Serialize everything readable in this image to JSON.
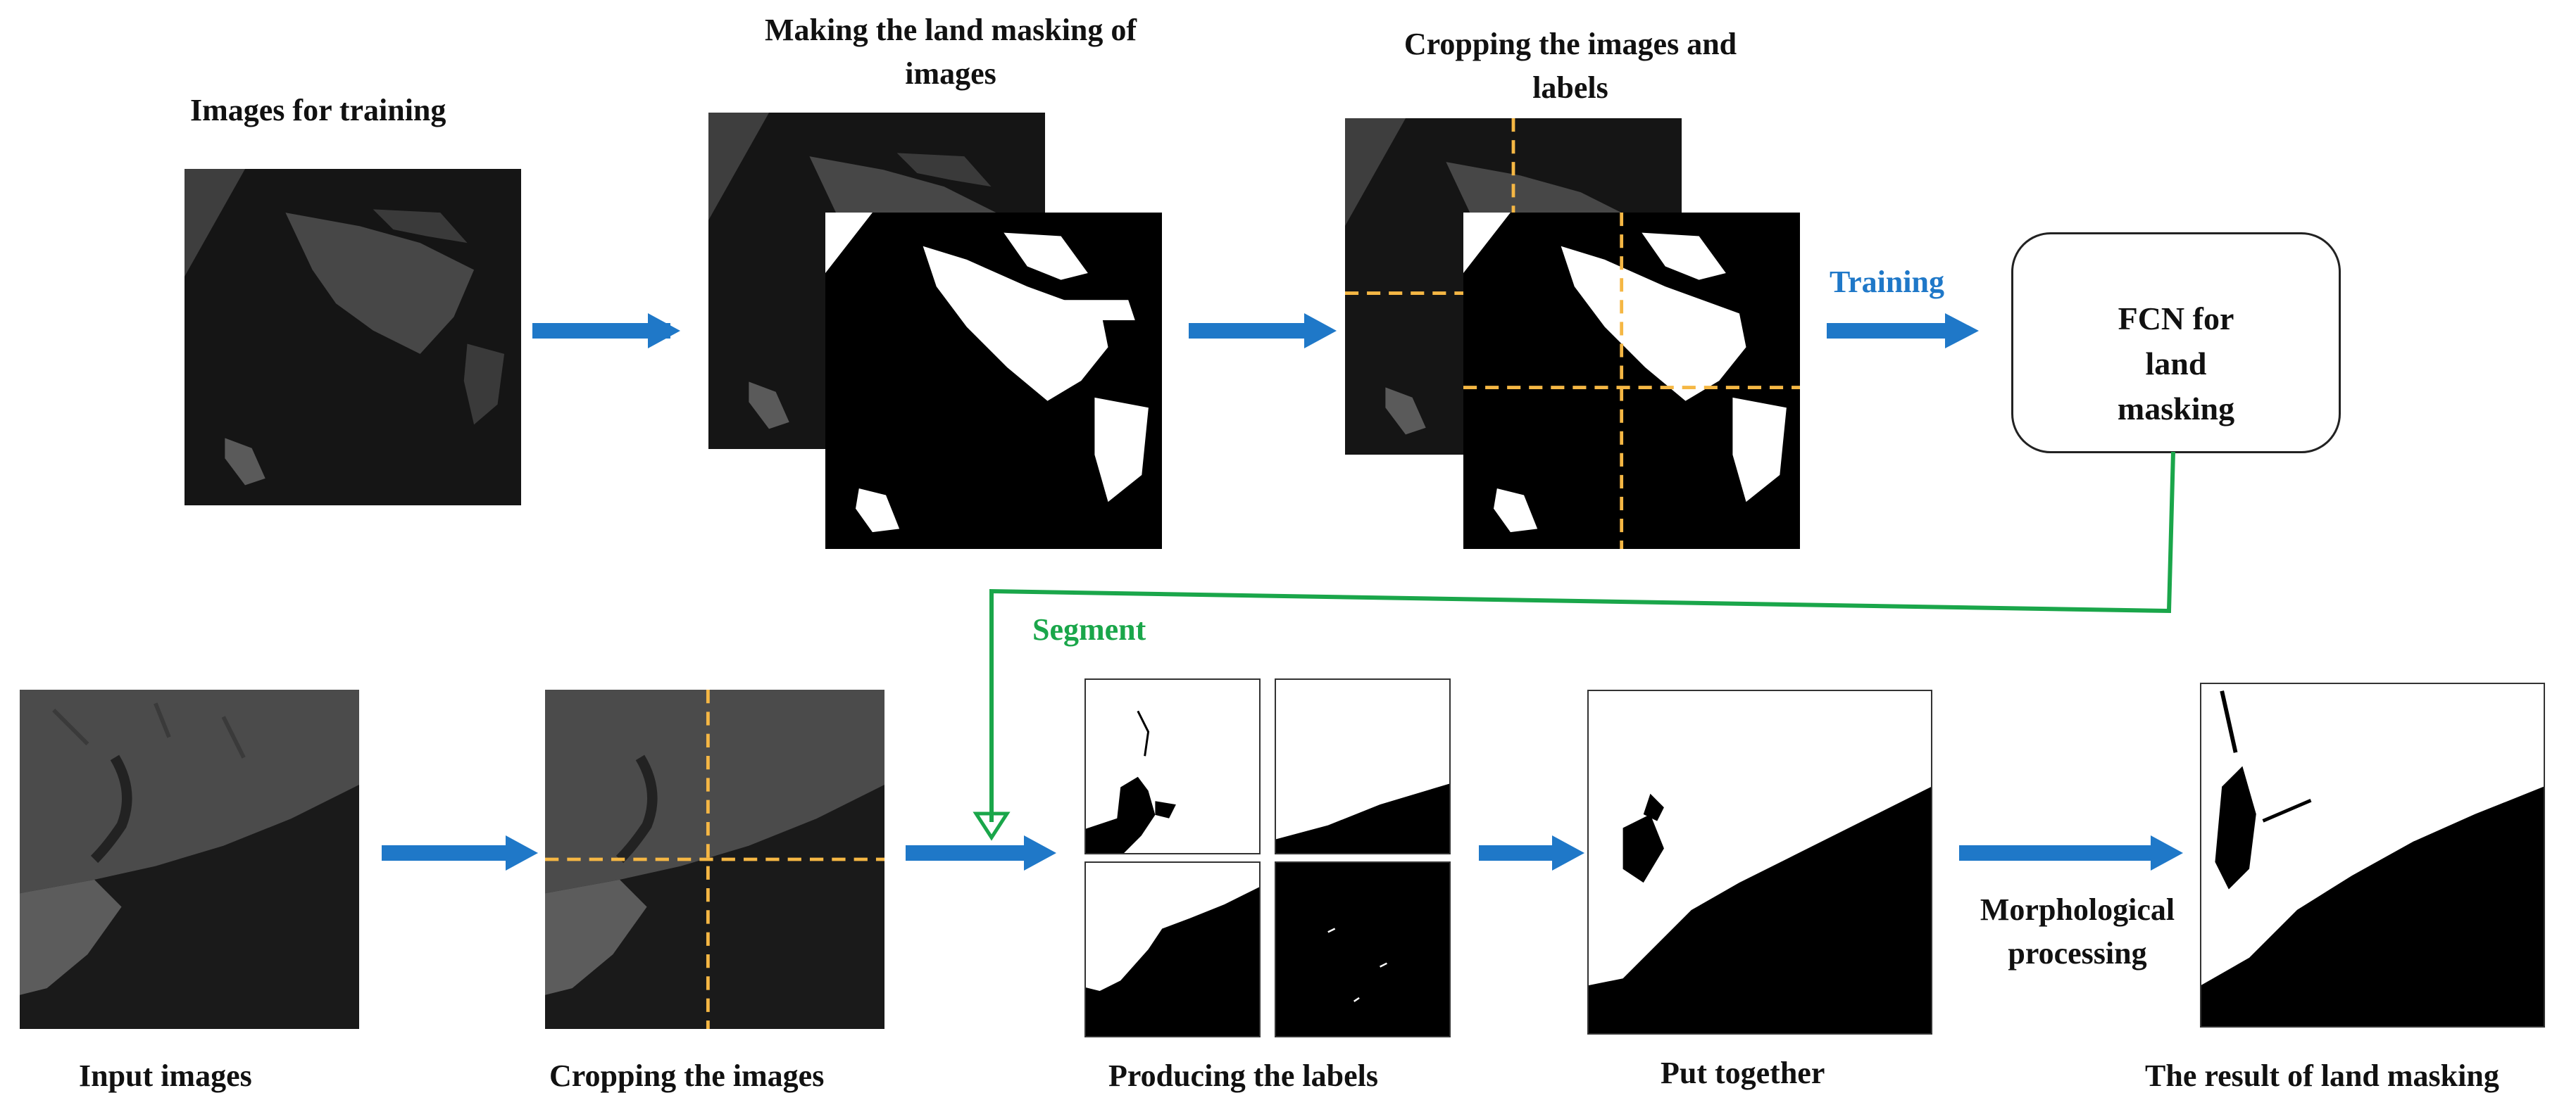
{
  "labels": {
    "images_for_training": "Images for training",
    "making_land_masking": "Making the land masking of images",
    "cropping_images_labels": "Cropping the images and labels",
    "training": "Training",
    "fcn_box": "FCN for land masking",
    "segment": "Segment",
    "input_images": "Input images",
    "cropping_images": "Cropping the images",
    "producing_labels": "Producing the labels",
    "put_together": "Put together",
    "morphological_processing": "Morphological processing",
    "result_land_masking": "The result of land masking"
  },
  "colors": {
    "arrow_blue": "#1f78c8",
    "connector_green": "#1aa64a",
    "crop_line_orange": "#f5b744",
    "sar_dark": "#141414",
    "mask_white": "#ffffff",
    "mask_black": "#000000"
  }
}
